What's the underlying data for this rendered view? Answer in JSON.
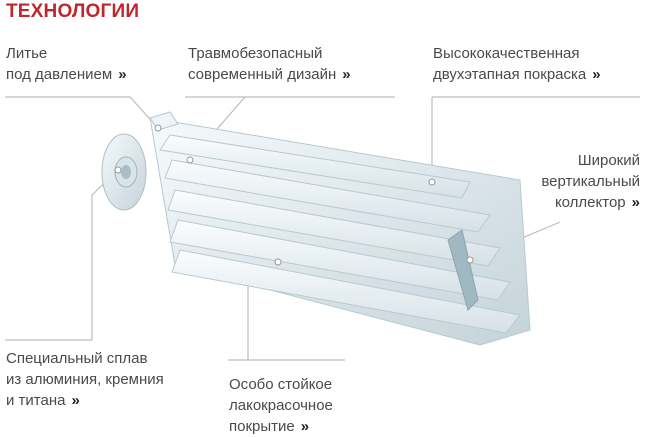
{
  "title": "ТЕХНОЛОГИИ",
  "callouts": {
    "casting": {
      "line1": "Литье",
      "line2": "под давлением",
      "arrow": "»"
    },
    "design": {
      "line1": "Травмобезопасный",
      "line2": "современный дизайн",
      "arrow": "»"
    },
    "paint": {
      "line1": "Высококачественная",
      "line2": "двухэтапная покраска",
      "arrow": "»"
    },
    "collector": {
      "line1": "Широкий",
      "line2": "вертикальный",
      "line3": "коллектор",
      "arrow": "»"
    },
    "alloy": {
      "line1": "Специальный сплав",
      "line2": "из алюминия, кремния",
      "line3": "и титана",
      "arrow": "»"
    },
    "coating": {
      "line1": "Особо стойкое",
      "line2": "лакокрасочное",
      "line3": "покрытие",
      "arrow": "»"
    }
  },
  "colors": {
    "title": "#c0272d",
    "text": "#4a4a4a",
    "leader": "#bdbdbd",
    "radiator_light": "#f4f8fa",
    "radiator_shade": "#c7d6dd"
  }
}
